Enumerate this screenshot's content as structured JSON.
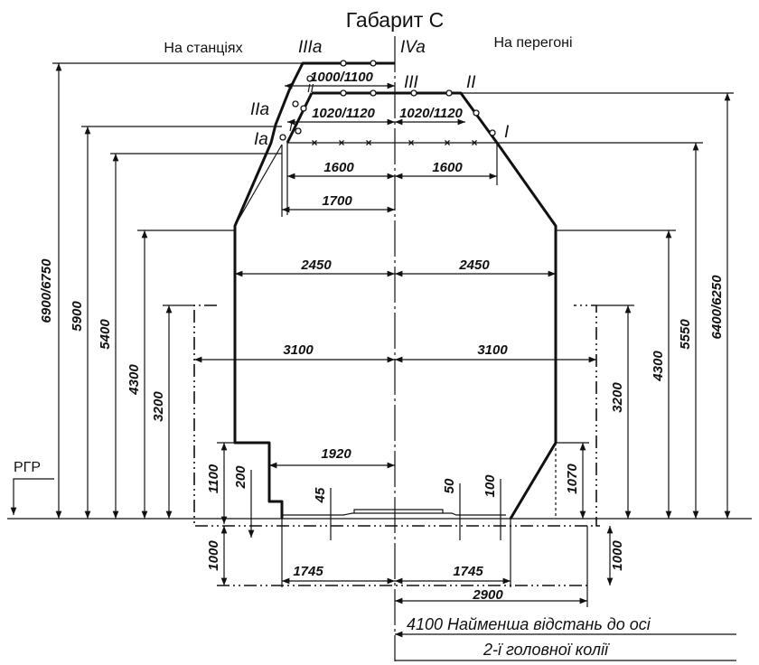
{
  "title": "Габарит С",
  "left_heading": "На станціях",
  "right_heading": "На перегоні",
  "rail_level_label": "РГР",
  "point_labels": {
    "IIIa": "IIIa",
    "IVa": "IVa",
    "III": "III",
    "II": "II",
    "IIa": "IIa",
    "Ia": "Ia",
    "I": "I",
    "II_small": "II",
    "I_small": "I"
  },
  "dimensions": {
    "top_station_width": "1000/1100",
    "top_run_left": "1020/1120",
    "top_run_right": "1020/1120",
    "half_1600_left": "1600",
    "half_1600_right": "1600",
    "half_1700": "1700",
    "half_2450_left": "2450",
    "half_2450_right": "2450",
    "half_3100_left": "3100",
    "half_3100_right": "3100",
    "platform_1920": "1920",
    "h_6900_6750": "6900/6750",
    "h_5900": "5900",
    "h_5400": "5400",
    "h_4300_left": "4300",
    "h_3200_left": "3200",
    "h_1100": "1100",
    "h_200": "200",
    "h_45": "45",
    "h_50": "50",
    "h_100": "100",
    "h_1070": "1070",
    "h_3200_right": "3200",
    "h_4300_right": "4300",
    "h_5550": "5550",
    "h_6400_6250": "6400/6250",
    "depth_1000_left": "1000",
    "depth_1000_right": "1000",
    "bottom_1745_left": "1745",
    "bottom_1745_right": "1745",
    "bottom_2900": "2900"
  },
  "note_line1": "4100 Найменша відстань до осі",
  "note_line2": "2-ї головної колії"
}
